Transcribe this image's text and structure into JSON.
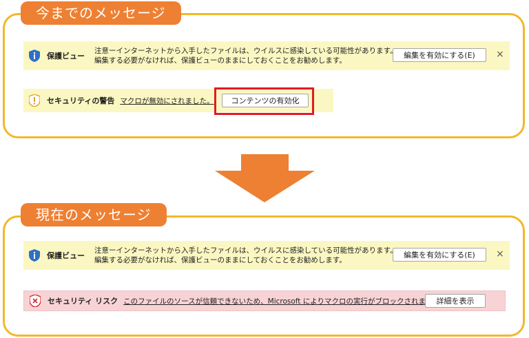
{
  "old_section": {
    "tab_label": "今までのメッセージ",
    "protected_view": {
      "title": "保護ビュー",
      "message_line1": "注意ーインターネットから入手したファイルは、ウイルスに感染している可能性があります。",
      "message_line2": "編集する必要がなければ、保護ビューのままにしておくことをお勧めします。",
      "enable_button": "編集を有効にする(E)",
      "close": "×"
    },
    "security_warning": {
      "title": "セキュリティの警告",
      "link": "マクロが無効にされました。",
      "button": "コンテンツの有効化"
    }
  },
  "new_section": {
    "tab_label": "現在のメッセージ",
    "protected_view": {
      "title": "保護ビュー",
      "message_line1": "注意ーインターネットから入手したファイルは、ウイルスに感染している可能性があります。",
      "message_line2": "編集する必要がなければ、保護ビューのままにしておくことをお勧めします。",
      "enable_button": "編集を有効にする(E)",
      "close": "×"
    },
    "security_risk": {
      "title": "セキュリティ リスク",
      "link": "このファイルのソースが信頼できないため、Microsoft によりマクロの実行がブロックされました。",
      "button": "詳細を表示"
    }
  },
  "colors": {
    "tab": "#ee8033",
    "panel_border": "#f2b829",
    "yellow_bar": "#fbf7c2",
    "pink_bar": "#f8d3d5",
    "highlight": "#e11b22",
    "arrow": "#ee8033"
  },
  "icons": {
    "protected_view": "blue-shield-icon",
    "security_warning": "warning-shield-icon",
    "security_risk": "red-x-shield-icon",
    "transition": "down-arrow-icon"
  }
}
